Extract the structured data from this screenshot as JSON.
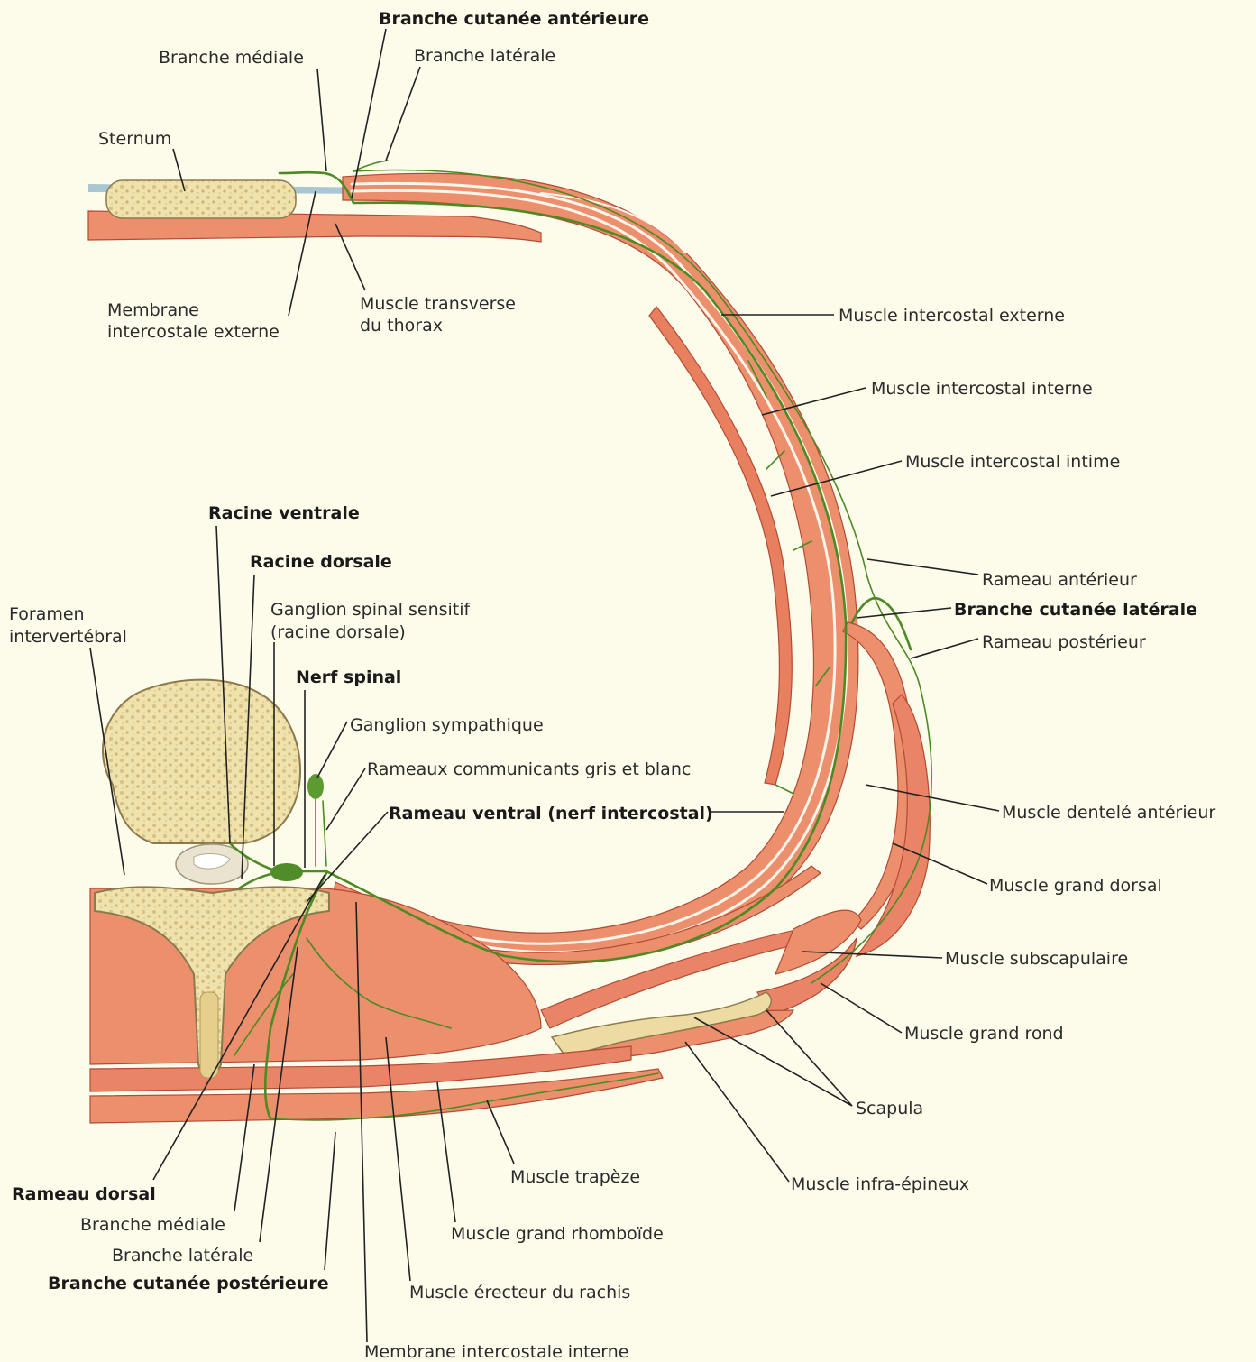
{
  "labels": {
    "branche_cutanee_anterieure": "Branche cutanée antérieure",
    "branche_mediale_top": "Branche médiale",
    "branche_laterale_top": "Branche latérale",
    "sternum": "Sternum",
    "membrane_intercostale_externe_1": "Membrane",
    "membrane_intercostale_externe_2": "intercostale externe",
    "muscle_transverse_1": "Muscle transverse",
    "muscle_transverse_2": "du thorax",
    "muscle_intercostal_externe": "Muscle intercostal externe",
    "muscle_intercostal_interne": "Muscle intercostal interne",
    "muscle_intercostal_intime": "Muscle intercostal intime",
    "racine_ventrale": "Racine ventrale",
    "racine_dorsale": "Racine dorsale",
    "foramen_1": "Foramen",
    "foramen_2": "intervertébral",
    "ganglion_spinal_1": "Ganglion spinal sensitif",
    "ganglion_spinal_2": "(racine dorsale)",
    "nerf_spinal": "Nerf spinal",
    "ganglion_sympathique": "Ganglion sympathique",
    "rameaux_communicants": "Rameaux communicants gris et blanc",
    "rameau_ventral": "Rameau ventral (nerf intercostal)",
    "rameau_anterieur": "Rameau antérieur",
    "branche_cutanee_laterale": "Branche cutanée latérale",
    "rameau_posterieur": "Rameau postérieur",
    "muscle_dentele_anterieur": "Muscle dentelé antérieur",
    "muscle_grand_dorsal": "Muscle grand dorsal",
    "muscle_subscapulaire": "Muscle subscapulaire",
    "muscle_grand_rond": "Muscle grand rond",
    "scapula": "Scapula",
    "muscle_infra_epineux": "Muscle infra-épineux",
    "muscle_trapeze": "Muscle trapèze",
    "muscle_grand_rhomboide": "Muscle grand rhomboïde",
    "muscle_erecteur": "Muscle érecteur du rachis",
    "membrane_intercostale_interne": "Membrane intercostale interne",
    "rameau_dorsal": "Rameau dorsal",
    "branche_mediale_bottom": "Branche médiale",
    "branche_laterale_bottom": "Branche latérale",
    "branche_cutanee_posterieure": "Branche cutanée postérieure"
  },
  "colors": {
    "background": "#fdfbea",
    "muscle": "#ec8f6c",
    "muscle_dark": "#d9664b",
    "nerve": "#4c8a24",
    "bone": "#ecdca3",
    "membrane": "#a9c6d2"
  }
}
